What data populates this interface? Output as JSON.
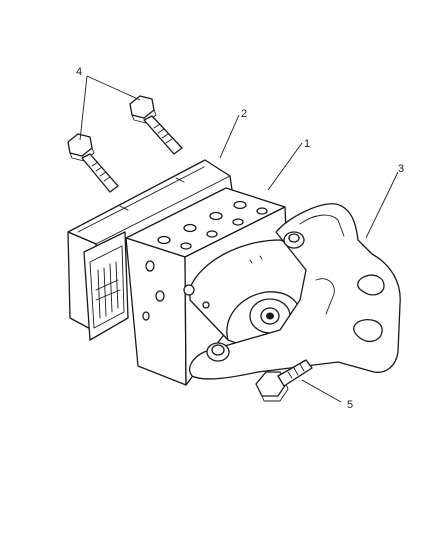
{
  "diagram": {
    "callouts": [
      {
        "id": "callout-1",
        "label": "1"
      },
      {
        "id": "callout-2",
        "label": "2"
      },
      {
        "id": "callout-3",
        "label": "3"
      },
      {
        "id": "callout-4",
        "label": "4"
      },
      {
        "id": "callout-5",
        "label": "5"
      }
    ],
    "parts": [
      "abs-hydraulic-unit",
      "abs-control-module",
      "mounting-bracket",
      "module-bolts",
      "bracket-bolt"
    ],
    "colors": {
      "line": "#1a1a1a",
      "background": "#ffffff"
    }
  }
}
